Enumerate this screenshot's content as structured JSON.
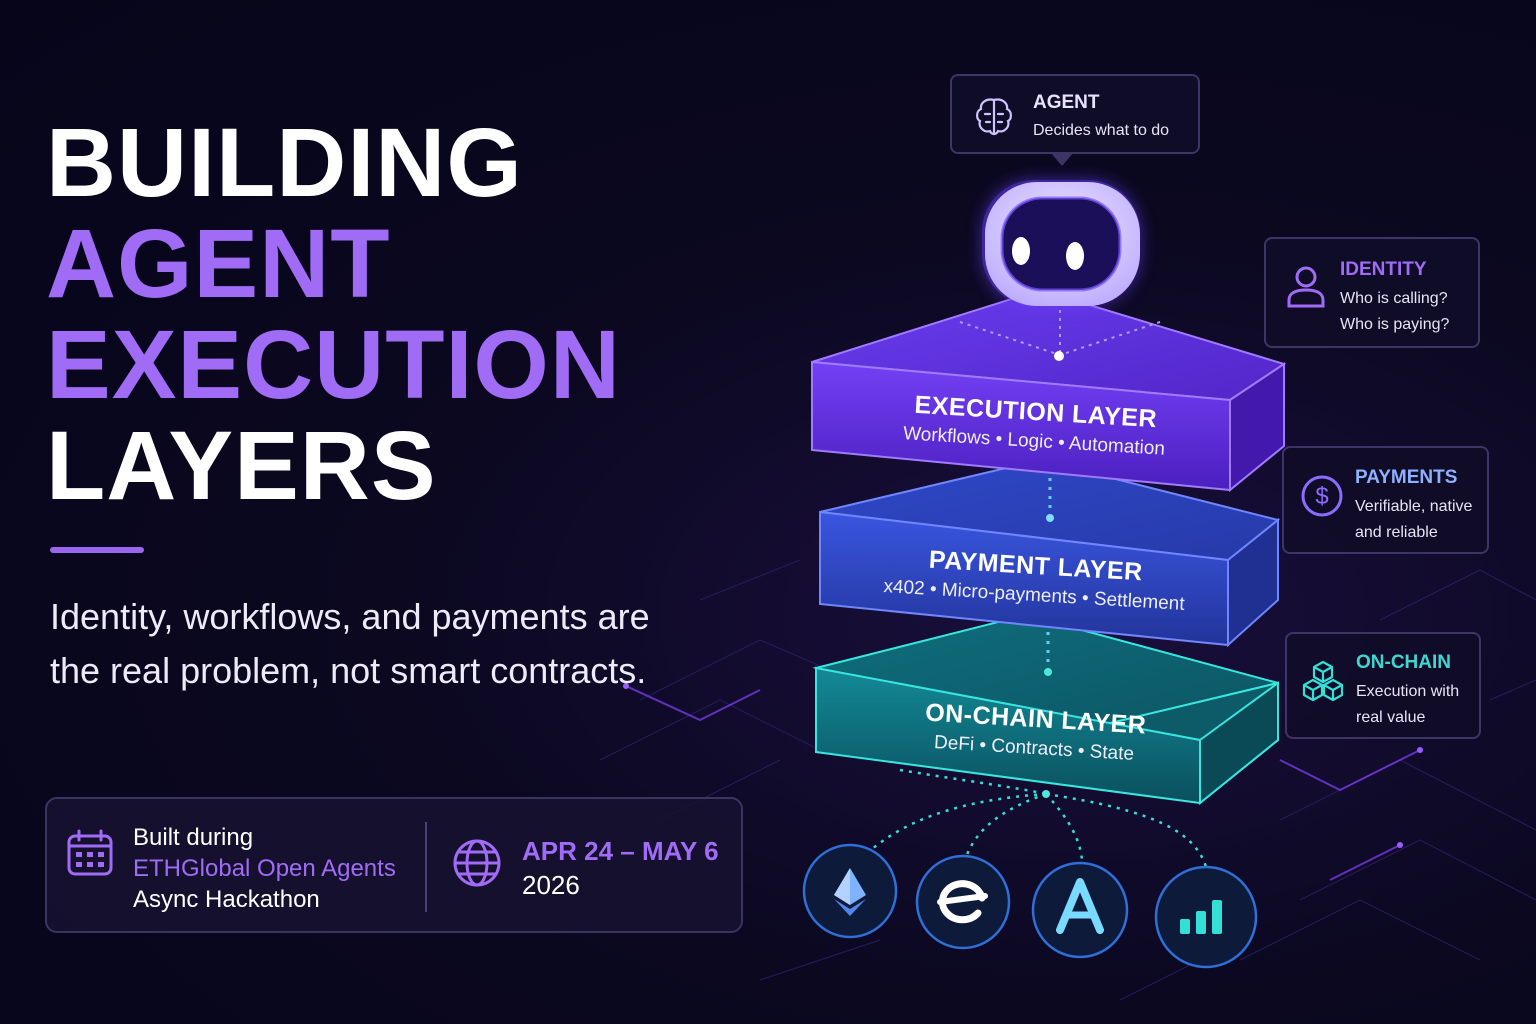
{
  "headline": {
    "line1": "BUILDING",
    "line2": "AGENT",
    "line3": "EXECUTION",
    "line4": "LAYERS"
  },
  "subtitle": "Identity, workflows, and payments are the real problem, not smart contracts.",
  "event": {
    "built_during": "Built during",
    "event_name": "ETHGlobal Open Agents",
    "event_type": "Async Hackathon",
    "date_range": "APR 24 – MAY 6",
    "year": "2026"
  },
  "agent": {
    "title": "AGENT",
    "description": "Decides what to do"
  },
  "layers": [
    {
      "title": "EXECUTION LAYER",
      "subtitle": "Workflows • Logic • Automation"
    },
    {
      "title": "PAYMENT LAYER",
      "subtitle": "x402 • Micro-payments • Settlement"
    },
    {
      "title": "ON-CHAIN LAYER",
      "subtitle": "DeFi • Contracts • State"
    }
  ],
  "callouts": {
    "identity": {
      "title": "IDENTITY",
      "line1": "Who is calling?",
      "line2": "Who is paying?"
    },
    "payments": {
      "title": "PAYMENTS",
      "line1": "Verifiable, native",
      "line2": "and reliable"
    },
    "onchain": {
      "title": "ON-CHAIN",
      "line1": "Execution with",
      "line2": "real value"
    }
  },
  "protocol_icons": [
    "ethereum-icon",
    "zerodev-icon",
    "aave-icon",
    "bar-chart-icon"
  ],
  "colors": {
    "accent_purple": "#a06cf6",
    "execution_layer": "#6a35e8",
    "payment_layer": "#3349d8",
    "onchain_layer": "#0f7f8f",
    "teal": "#34e0d6"
  }
}
